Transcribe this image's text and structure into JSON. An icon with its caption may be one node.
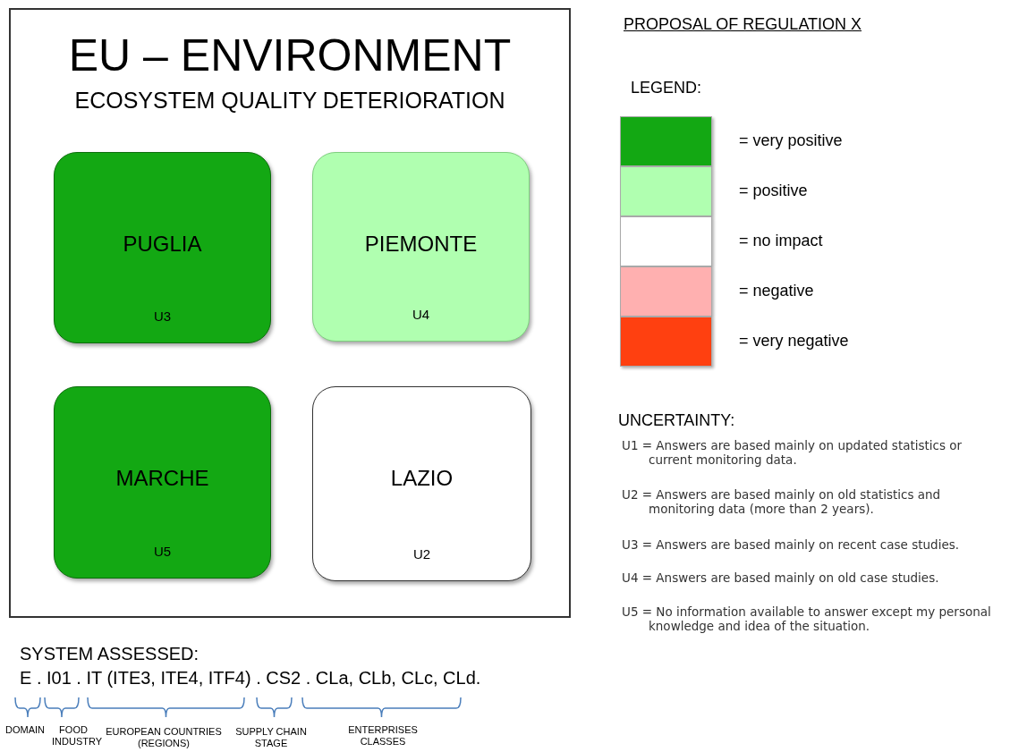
{
  "diagram": {
    "nodes": [
      {
        "text": [
          "EU – ENVIRONMENT",
          "ECOSYSTEM QUALITY DETERIORATION"
        ]
      },
      {
        "text": [
          "PUGLIA",
          "U3"
        ],
        "in": 0
      },
      {
        "text": [
          "PIEMONTE",
          "U4"
        ],
        "in": 0
      },
      {
        "text": [
          "MARCHE",
          "U5"
        ],
        "in": 0
      },
      {
        "text": [
          "LAZIO",
          "U2"
        ],
        "in": 0
      }
    ],
    "edges": [],
    "labels": [
      "PROPOSAL OF REGULATION X",
      "LEGEND:",
      "UNCERTAINTY:",
      "U1 = Answers are based mainly on updated statistics or current monitoring data.",
      "U2 = Answers are based mainly on old statistics and monitoring data (more than 2 years).",
      "U3 = Answers are based mainly on recent case studies.",
      "U4 = Answers are based mainly on old case studies.",
      "U5 = No information available to answer except my personal knowledge and idea of the situation.",
      "SYSTEM ASSESSED:",
      "E . I01 . IT (ITE3, ITE4, ITF4) . CS2 . CLa, CLb, CLc, CLd.",
      "DOMAIN",
      "FOOD INDUSTRY",
      "EUROPEAN COUNTRIES (REGIONS)",
      "SUPPLY CHAIN STAGE",
      "ENTERPRISES CLASSES"
    ],
    "legend": [
      {
        "text": "= very positive",
        "color": "#13a813"
      },
      {
        "text": "= positive",
        "color": "#b0ffb0"
      },
      {
        "text": "= no impact",
        "color": "#ffffff"
      },
      {
        "text": "= negative",
        "color": "#ffb0b0"
      },
      {
        "text": "= very negative",
        "color": "#ff4010"
      }
    ]
  }
}
